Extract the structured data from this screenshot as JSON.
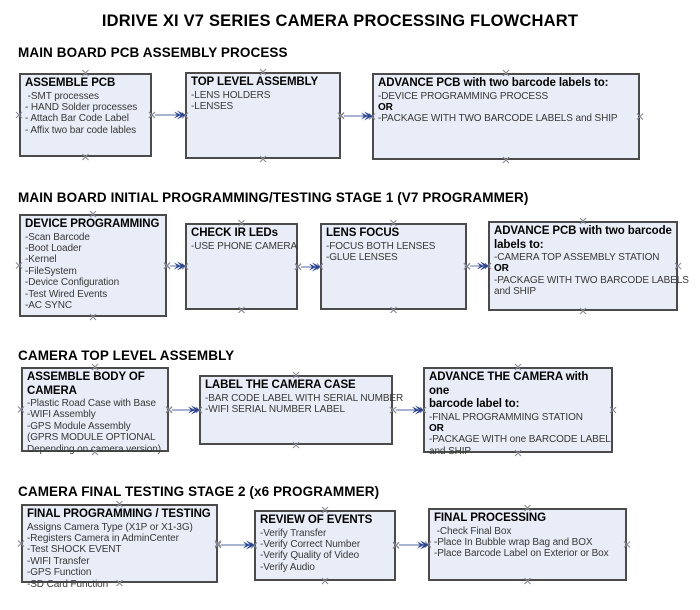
{
  "title": "IDRIVE XI V7 SERIES CAMERA PROCESSING FLOWCHART",
  "colors": {
    "box_fill": "#e8edf7",
    "box_border": "#4b4b4b",
    "connector_line": "#8c9cc8",
    "arrow_head": "#2c458f",
    "connection_marker": "#8a8a96",
    "heading_text": "#000000",
    "body_text": "#383838",
    "page_bg": "#ffffff"
  },
  "sections": [
    {
      "heading": "MAIN BOARD PCB ASSEMBLY PROCESS",
      "boxes": [
        {
          "title": "ASSEMBLE PCB",
          "lines": [
            {
              "t": " -SMT processes"
            },
            {
              "t": "- HAND Solder processes"
            },
            {
              "t": "- Attach Bar Code Label"
            },
            {
              "t": "- Affix two bar code lables"
            }
          ]
        },
        {
          "title": "TOP LEVEL ASSEMBLY",
          "lines": [
            {
              "t": "-LENS HOLDERS"
            },
            {
              "t": "-LENSES"
            }
          ]
        },
        {
          "title": "ADVANCE PCB with two barcode labels to:",
          "lines": [
            {
              "t": "-DEVICE PROGRAMMING PROCESS"
            },
            {
              "t": "OR",
              "b": true
            },
            {
              "t": "-PACKAGE WITH TWO BARCODE LABELS and SHIP"
            }
          ]
        }
      ]
    },
    {
      "heading": "MAIN BOARD INITIAL PROGRAMMING/TESTING STAGE 1 (V7 PROGRAMMER)",
      "boxes": [
        {
          "title": "DEVICE PROGRAMMING",
          "lines": [
            {
              "t": "-Scan Barcode"
            },
            {
              "t": "-Boot Loader"
            },
            {
              "t": "-Kernel"
            },
            {
              "t": "-FileSystem"
            },
            {
              "t": "-Device Configuration"
            },
            {
              "t": "-Test Wired Events"
            },
            {
              "t": "-AC SYNC"
            }
          ]
        },
        {
          "title": "CHECK IR LEDs",
          "lines": [
            {
              "t": "-USE PHONE CAMERA"
            }
          ]
        },
        {
          "title": "LENS FOCUS",
          "lines": [
            {
              "t": "-FOCUS BOTH LENSES"
            },
            {
              "t": "-GLUE LENSES"
            }
          ]
        },
        {
          "title": "ADVANCE PCB with two barcode\nlabels to:",
          "lines": [
            {
              "t": "-CAMERA TOP ASSEMBLY STATION"
            },
            {
              "t": "OR",
              "b": true
            },
            {
              "t": "-PACKAGE WITH TWO BARCODE LABELS"
            },
            {
              "t": "and SHIP"
            }
          ]
        }
      ]
    },
    {
      "heading": "CAMERA TOP LEVEL ASSEMBLY",
      "boxes": [
        {
          "title": "ASSEMBLE BODY OF\nCAMERA",
          "lines": [
            {
              "t": "-Plastic Road Case with Base"
            },
            {
              "t": "-WIFI Assembly"
            },
            {
              "t": "-GPS Module Assembly"
            },
            {
              "t": "(GPRS MODULE OPTIONAL"
            },
            {
              "t": "Depending on camera version)"
            }
          ]
        },
        {
          "title": "LABEL THE CAMERA CASE",
          "lines": [
            {
              "t": "-BAR CODE LABEL WITH SERIAL NUMBER"
            },
            {
              "t": "-WIFI SERIAL NUMBER LABEL"
            }
          ]
        },
        {
          "title": "ADVANCE THE CAMERA with one\nbarcode label to:",
          "lines": [
            {
              "t": "-FINAL PROGRAMMING STATION"
            },
            {
              "t": "OR",
              "b": true
            },
            {
              "t": "-PACKAGE WITH one BARCODE LABEL"
            },
            {
              "t": "and SHIP"
            }
          ]
        }
      ]
    },
    {
      "heading": "CAMERA FINAL TESTING STAGE 2 (x6 PROGRAMMER)",
      "boxes": [
        {
          "title": "FINAL PROGRAMMING / TESTING",
          "lines": [
            {
              "t": "Assigns Camera Type (X1P or X1-3G)"
            },
            {
              "t": "-Registers Camera in AdminCenter"
            },
            {
              "t": "-Test SHOCK EVENT"
            },
            {
              "t": "-WIFI Transfer"
            },
            {
              "t": "-GPS Function"
            },
            {
              "t": "-SD Card Function"
            }
          ]
        },
        {
          "title": "REVIEW OF EVENTS",
          "lines": [
            {
              "t": "-Verify Transfer"
            },
            {
              "t": "-Verify Correct Number"
            },
            {
              "t": "-Verify Quality of Video"
            },
            {
              "t": "-Verify Audio"
            }
          ]
        },
        {
          "title": "FINAL PROCESSING",
          "lines": [
            {
              "t": " -Check Final Box"
            },
            {
              "t": "-Place In Bubble wrap Bag and BOX"
            },
            {
              "t": "-Place Barcode Label on Exterior or Box"
            }
          ]
        }
      ]
    }
  ]
}
